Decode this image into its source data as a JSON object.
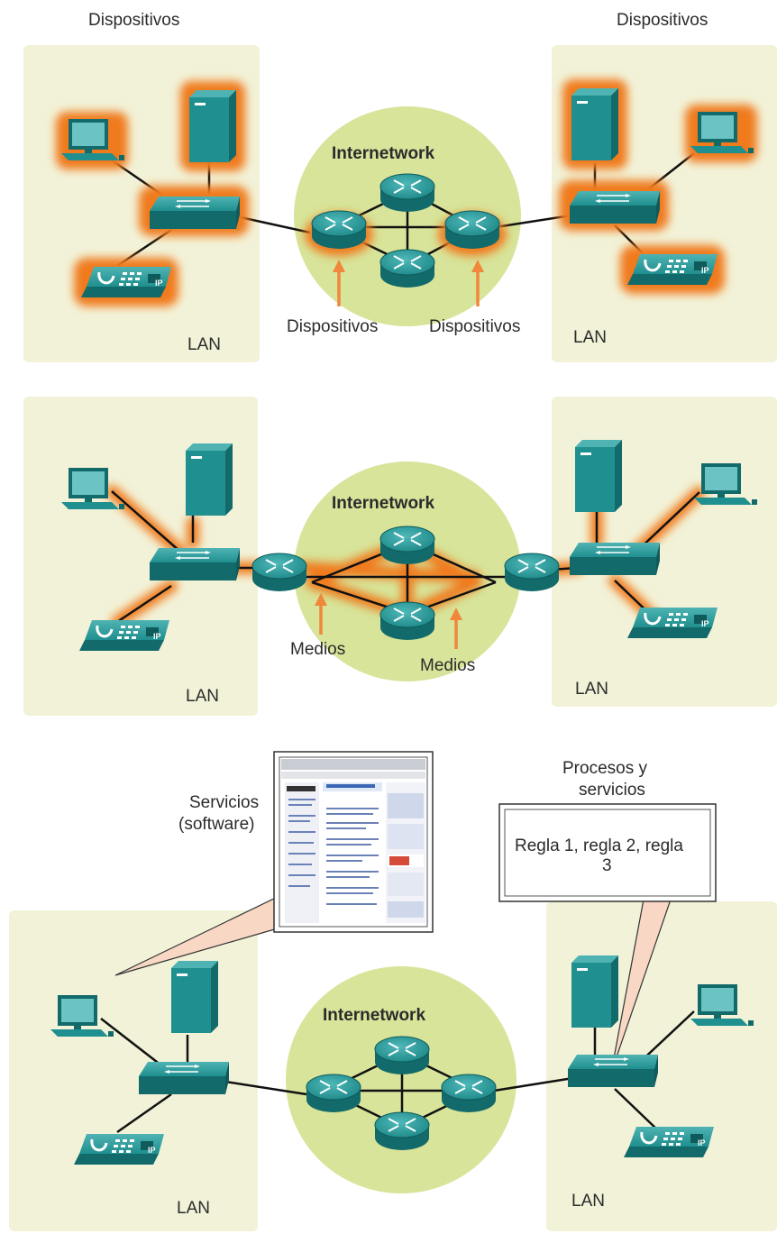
{
  "panel1": {
    "top_left_label": "Dispositivos",
    "top_right_label": "Dispositivos",
    "cloud_label": "Internetwork",
    "router_left_label": "Dispositivos",
    "router_right_label": "Dispositivos",
    "lan_left": "LAN",
    "lan_right": "LAN"
  },
  "panel2": {
    "cloud_label": "Internetwork",
    "media_left": "Medios",
    "media_right": "Medios",
    "lan_left": "LAN",
    "lan_right": "LAN"
  },
  "panel3": {
    "services_line1": "Servicios",
    "services_line2": "(software)",
    "processes_line1": "Procesos y",
    "processes_line2": "servicios",
    "rules_line1": "Regla 1, regla 2, regla",
    "rules_line2": "3",
    "cloud_label": "Internetwork",
    "lan_left": "LAN",
    "lan_right": "LAN"
  },
  "ip_label": "IP",
  "colors": {
    "lan_bg": "#f2f2d8",
    "cloud": "#d7e49a",
    "device": "#1f8f8f",
    "device_dark": "#136a6a",
    "highlight": "#f07a1e",
    "arrow": "#f0873a"
  }
}
